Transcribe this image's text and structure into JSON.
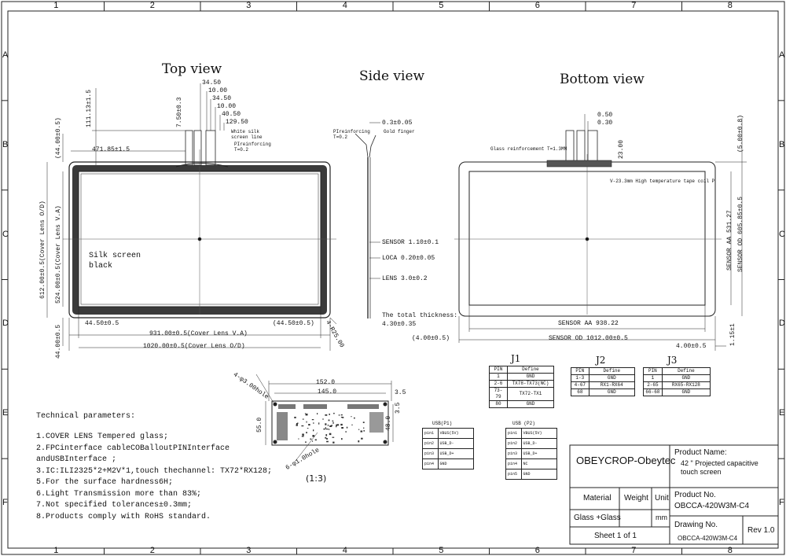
{
  "frame": {
    "col_labels": [
      "1",
      "2",
      "3",
      "4",
      "5",
      "6",
      "7",
      "8"
    ],
    "row_labels": [
      "A",
      "B",
      "C",
      "D",
      "E",
      "F"
    ]
  },
  "views": {
    "top": "Top view",
    "side": "Side view",
    "bottom": "Bottom view"
  },
  "top_view": {
    "dims_fpc": [
      "34.50",
      "10.00",
      "34.50",
      "10.00",
      "40.50",
      "129.50"
    ],
    "dim_111": "111.13±1.5",
    "dim_7_50": "7.50±0.3",
    "white_silk": [
      "White silk",
      "screen line"
    ],
    "pi_reinforcing": [
      "PIreinforcing",
      "T=0.2"
    ],
    "dim_44_top": "(44.00±0.5)",
    "dim_471": "471.85±1.5",
    "dim_612": "612.00±0.5(Cover Lens O/D)",
    "dim_524": "524.00±0.5(Cover Lens V.A)",
    "silk_screen": [
      "Silk screen",
      "black"
    ],
    "dim_44_50_left": "44.50±0.5",
    "dim_44_50_right": "(44.50±0.5)",
    "dim_r25": "4-R25.00",
    "dim_931": "931.00±0.5(Cover Lens V.A)",
    "dim_1020": "1020.00±0.5(Cover Lens O/D)",
    "dim_44_bottom": "44.00±0.5"
  },
  "side_view": {
    "pi_reinforcing": [
      "PIreinforcing",
      "T=0.2"
    ],
    "gold_finger": "Gold finger",
    "dim_03": "0.3±0.05",
    "sensor": "SENSOR 1.10±0.1",
    "loca": "LOCA 0.20±0.05",
    "lens": "LENS 3.0±0.2",
    "total": [
      "The total thickness:",
      "4.30±0.35"
    ]
  },
  "bottom_view": {
    "dim_050": "0.50",
    "dim_030": "0.30",
    "glass_reinf": "Glass reinforcement  T=1.3MM",
    "dim_23": "23.00",
    "v_tape": "V-23.3mm High temperature tape coil P",
    "dim_5_00": "(5.00±0.8)",
    "sensor_aa_v": "SENSOR AA 531.27",
    "sensor_od_v": "SENSOR OD 605.85±0.5",
    "sensor_aa_h": "SENSOR AA 938.22",
    "sensor_od_h": "SENSOR OD 1012.00±0.5",
    "dim_4_left": "(4.00±0.5)",
    "dim_4_right": "4.00±0.5",
    "dim_115": "1.15±1"
  },
  "connectors": {
    "j1": {
      "title": "J1",
      "header": [
        "PIN",
        "Define"
      ],
      "rows": [
        [
          "1",
          "GND"
        ],
        [
          "2-6",
          "TX78-TX73(NC)"
        ],
        [
          "73-79",
          "TX72-TX1"
        ],
        [
          "80",
          "GND"
        ]
      ]
    },
    "j2": {
      "title": "J2",
      "header": [
        "PIN",
        "Define"
      ],
      "rows": [
        [
          "1-3",
          "GND"
        ],
        [
          "4-67",
          "RX1-RX64"
        ],
        [
          "68",
          "GND"
        ]
      ]
    },
    "j3": {
      "title": "J3",
      "header": [
        "PIN",
        "Define"
      ],
      "rows": [
        [
          "1",
          "GND"
        ],
        [
          "2-65",
          "RX65-RX128"
        ],
        [
          "66-68",
          "GND"
        ]
      ]
    }
  },
  "pcb": {
    "dim_152": "152.0",
    "dim_145": "145.0",
    "dim_35a": "3.5",
    "dim_35b": "3.5",
    "dim_55": "55.0",
    "dim_48": "48.0",
    "hole_3": "4-φ3.00hole",
    "hole_1": "6-φ1.0hole",
    "scale": "(1:3)"
  },
  "usb": {
    "p1": {
      "title": "USB(P1)",
      "rows": [
        [
          "pin1",
          "VBUS(5V)"
        ],
        [
          "pin2",
          "USB_D-"
        ],
        [
          "pin3",
          "USB_D+"
        ],
        [
          "pin4",
          "GND"
        ]
      ]
    },
    "p2": {
      "title": "USB (P2)",
      "rows": [
        [
          "pin1",
          "VBUS(5V)"
        ],
        [
          "pin2",
          "USB_D-"
        ],
        [
          "pin3",
          "USB_D+"
        ],
        [
          "pin4",
          "NC"
        ],
        [
          "pin5",
          "GND"
        ]
      ]
    }
  },
  "tech": {
    "title": "Technical parameters:",
    "items": [
      "1.COVER LENS Tempered glass;",
      "2.FPCinterface cableCOBalloutPINInterface",
      "andUSBInterface ;",
      "3.IC:ILI2325*2+M2V*1,touch thechannel: TX72*RX128;",
      "5.For the surface hardness6H;",
      "6.Light Transmission more than 83%;",
      "7.Not specified tolerances±0.3mm;",
      "8.Products comply with RoHS standard."
    ]
  },
  "title_block": {
    "company": "OBEYCROP-Obeytec",
    "product_name_label": "Product Name:",
    "product_name": [
      "42 \" Projected capacitive",
      "touch screen"
    ],
    "material_label": "Material",
    "weight_label": "Weight",
    "unit_label": "Unit",
    "material_value": "Glass +Glass",
    "unit_value": "mm",
    "product_no_label": "Product No.",
    "product_no": "OBCCA-420W3M-C4",
    "sheet": "Sheet 1 of 1",
    "drawing_no_label": "Drawing No.",
    "drawing_no": "OBCCA-420W3M-C4",
    "rev": "Rev 1.0"
  }
}
